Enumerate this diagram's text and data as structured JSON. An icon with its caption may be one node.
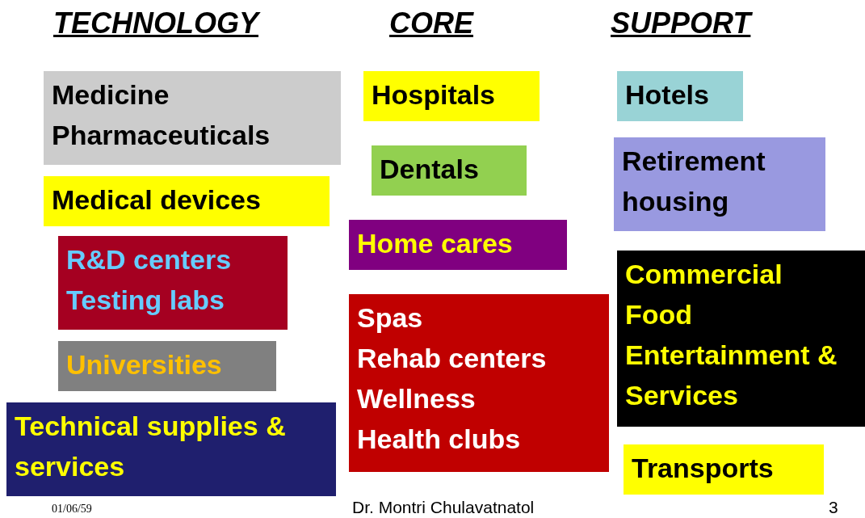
{
  "diagram": {
    "nodes": [
      {
        "text": [
          "Medicine",
          "Pharmaceuticals"
        ]
      },
      {
        "text": [
          "Medical devices"
        ]
      },
      {
        "text": [
          "R&D centers",
          "Testing labs"
        ]
      },
      {
        "text": [
          "Universities"
        ]
      },
      {
        "text": [
          "Technical supplies & services"
        ]
      },
      {
        "text": [
          "Hospitals"
        ]
      },
      {
        "text": [
          "Dentals"
        ]
      },
      {
        "text": [
          "Home cares"
        ]
      },
      {
        "text": [
          "Spas",
          "Rehab centers",
          "Wellness",
          "Health clubs"
        ]
      },
      {
        "text": [
          "Hotels"
        ]
      },
      {
        "text": [
          "Retirement housing"
        ]
      },
      {
        "text": [
          "Commercial Food Entertainment & Services"
        ]
      },
      {
        "text": [
          "Transports"
        ]
      }
    ],
    "labels": [
      "TECHNOLOGY",
      "CORE",
      "SUPPORT",
      "01/06/59",
      "Dr. Montri Chulavatnatol",
      "3"
    ]
  }
}
